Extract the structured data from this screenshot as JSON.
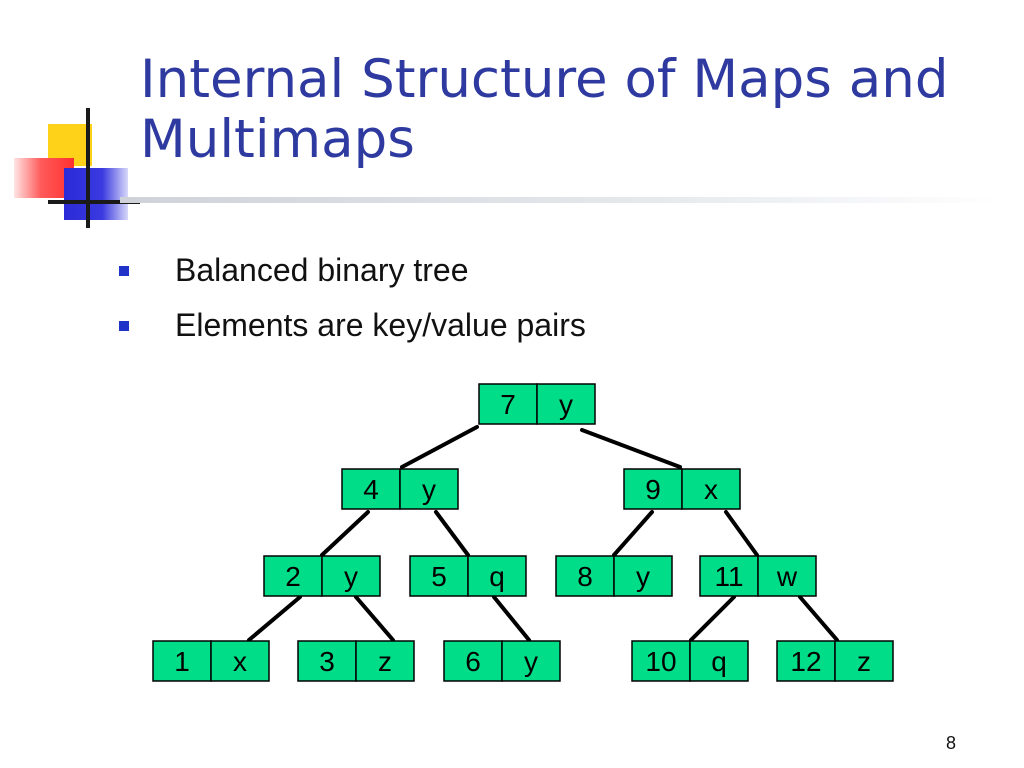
{
  "slide": {
    "title_line1": "Internal Structure of Maps and",
    "title_line2": "Multimaps",
    "bullets": [
      "Balanced binary tree",
      "Elements are key/value pairs"
    ],
    "page_number": "8"
  },
  "tree": {
    "nodes": [
      {
        "id": "n7",
        "key": "7",
        "value": "y"
      },
      {
        "id": "n4",
        "key": "4",
        "value": "y"
      },
      {
        "id": "n9",
        "key": "9",
        "value": "x"
      },
      {
        "id": "n2",
        "key": "2",
        "value": "y"
      },
      {
        "id": "n5",
        "key": "5",
        "value": "q"
      },
      {
        "id": "n8",
        "key": "8",
        "value": "y"
      },
      {
        "id": "n11",
        "key": "11",
        "value": "w"
      },
      {
        "id": "n1",
        "key": "1",
        "value": "x"
      },
      {
        "id": "n3",
        "key": "3",
        "value": "z"
      },
      {
        "id": "n6",
        "key": "6",
        "value": "y"
      },
      {
        "id": "n10",
        "key": "10",
        "value": "q"
      },
      {
        "id": "n12",
        "key": "12",
        "value": "z"
      }
    ],
    "edges": [
      [
        "n7",
        "n4"
      ],
      [
        "n7",
        "n9"
      ],
      [
        "n4",
        "n2"
      ],
      [
        "n4",
        "n5"
      ],
      [
        "n9",
        "n8"
      ],
      [
        "n9",
        "n11"
      ],
      [
        "n2",
        "n1"
      ],
      [
        "n2",
        "n3"
      ],
      [
        "n5",
        "n6"
      ],
      [
        "n11",
        "n10"
      ],
      [
        "n11",
        "n12"
      ]
    ],
    "colors": {
      "node_fill": "#00dd88",
      "edge": "#000000",
      "title": "#2e3aa0",
      "bullet": "#1f33c8"
    }
  }
}
